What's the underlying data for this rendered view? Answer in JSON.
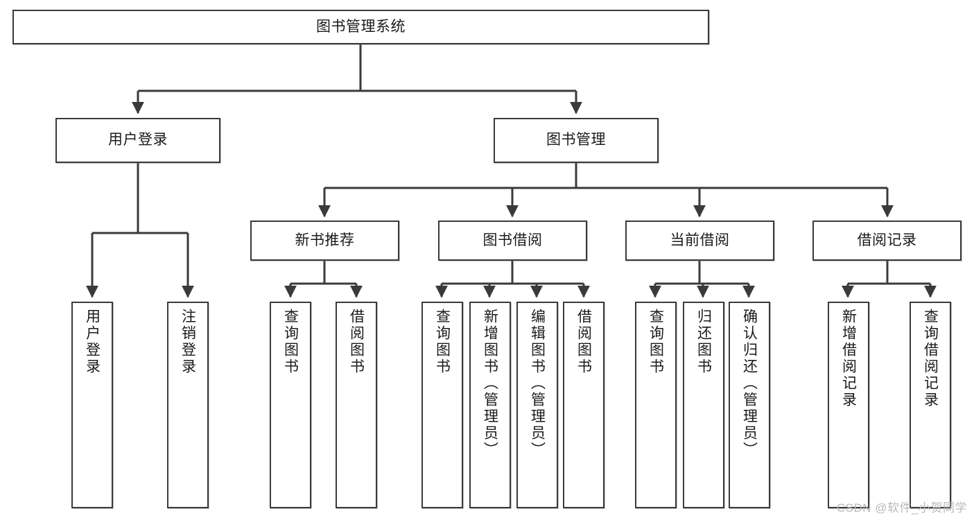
{
  "diagram": {
    "type": "tree",
    "title": "图书管理系统",
    "stroke_color": "#3a3a3a",
    "fill_color": "#ffffff",
    "text_color": "#1a1a1a",
    "nodes": {
      "root": {
        "label": "图书管理系统"
      },
      "level2": [
        {
          "label": "用户登录"
        },
        {
          "label": "图书管理"
        }
      ],
      "level3": [
        {
          "label": "新书推荐"
        },
        {
          "label": "图书借阅"
        },
        {
          "label": "当前借阅"
        },
        {
          "label": "借阅记录"
        }
      ],
      "leaves": [
        {
          "label": "用户登录"
        },
        {
          "label": "注销登录"
        },
        {
          "label": "查询图书"
        },
        {
          "label": "借阅图书"
        },
        {
          "label": "查询图书"
        },
        {
          "label": "新增图书（管理员）"
        },
        {
          "label": "编辑图书（管理员）"
        },
        {
          "label": "借阅图书"
        },
        {
          "label": "查询图书"
        },
        {
          "label": "归还图书"
        },
        {
          "label": "确认归还（管理员）"
        },
        {
          "label": "新增借阅记录"
        },
        {
          "label": "查询借阅记录"
        }
      ]
    }
  },
  "watermark": {
    "text": "CSDN @软件_小贺同学"
  }
}
